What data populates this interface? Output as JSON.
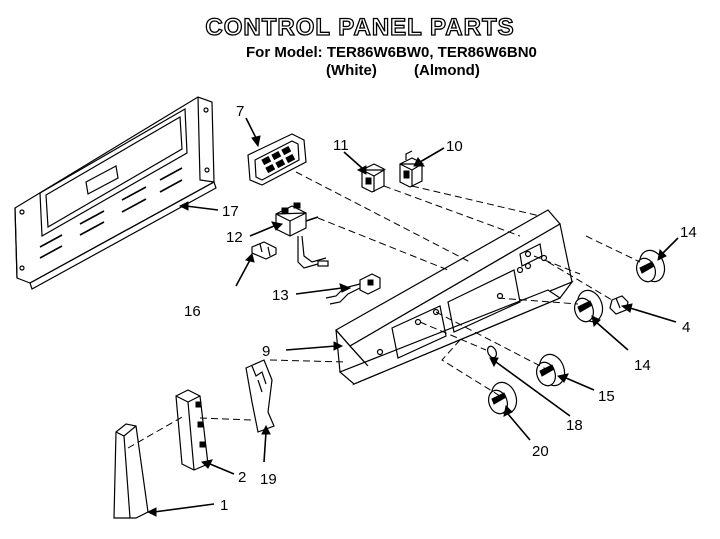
{
  "header": {
    "title": "CONTROL PANEL PARTS",
    "model_line": "For Model: TER86W6BW0, TER86W6BN0",
    "variant_white": "(White)",
    "variant_almond": "(Almond)"
  },
  "callouts": {
    "n1": "1",
    "n2": "2",
    "n4": "4",
    "n7": "7",
    "n9": "9",
    "n10": "10",
    "n11": "11",
    "n12": "12",
    "n13": "13",
    "n14a": "14",
    "n14b": "14",
    "n15": "15",
    "n16": "16",
    "n17": "17",
    "n18": "18",
    "n19": "19",
    "n20": "20"
  }
}
